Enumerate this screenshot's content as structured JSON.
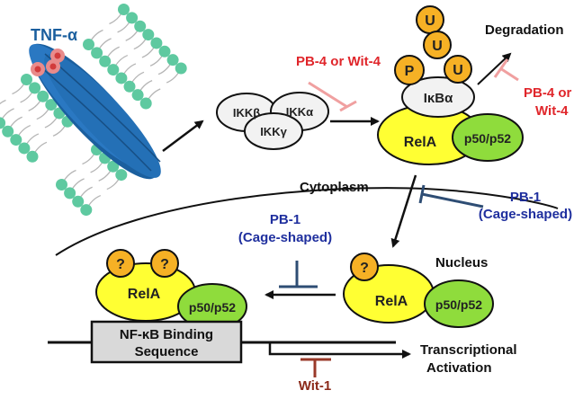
{
  "labels": {
    "tnf": "TNF-α",
    "ikkb": "IKKβ",
    "ikka": "IKKα",
    "ikkg": "IKKγ",
    "ikba": "IκBα",
    "u": "U",
    "p": "P",
    "q": "?",
    "rela": "RelA",
    "p50": "p50/p52",
    "degradation": "Degradation",
    "cytoplasm": "Cytoplasm",
    "nucleus": "Nucleus",
    "binding_line1": "NF-κB Binding",
    "binding_line2": "Sequence",
    "transcriptional": "Transcriptional",
    "activation": "Activation"
  },
  "inhibitors": {
    "pb4_wit4_left": "PB-4 or Wit-4",
    "pb4_right_line1": "PB-4 or",
    "pb4_right_line2": "Wit-4",
    "pb1_right_line1": "PB-1",
    "pb1_right_line2": "(Cage-shaped)",
    "pb1_left_line1": "PB-1",
    "pb1_left_line2": "(Cage-shaped)",
    "wit1": "Wit-1"
  },
  "colors": {
    "receptor": "#1f6fb5",
    "lipid_head": "#5ec9a0",
    "ligand": "#e98b8b",
    "rela": "#ffff33",
    "p50": "#8fdc3c",
    "ubiquitin": "#f6b125",
    "ikk": "#f2f2f2",
    "red_text": "#e0262b",
    "blue_text": "#1f2f9e",
    "wit1_text": "#8b2a1a",
    "pb4_bar": "#f0a0a0",
    "pb1_bar": "#2e4d74",
    "wit1_bar": "#9a3a2a",
    "binding_box": "#d9d9d9"
  }
}
